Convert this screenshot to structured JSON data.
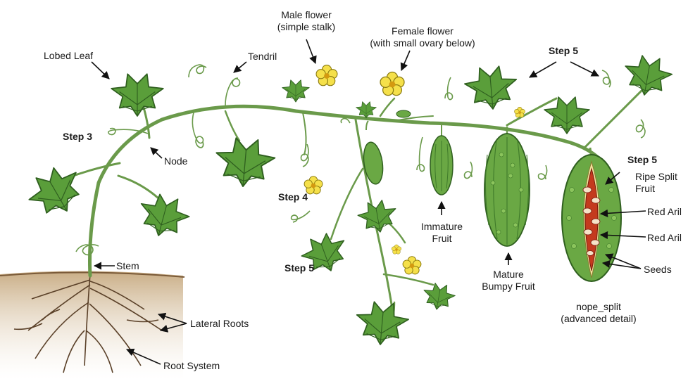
{
  "labels": {
    "lobed_leaf": "Lobed Leaf",
    "tendril": "Tendril",
    "male_flower_l1": "Male flower",
    "male_flower_l2": "(simple stalk)",
    "female_flower_l1": "Female flower",
    "female_flower_l2": "(with small ovary below)",
    "node": "Node",
    "stem": "Stem",
    "lateral_roots": "Lateral Roots",
    "root_system": "Root System",
    "immature_fruit_l1": "Immature",
    "immature_fruit_l2": "Fruit",
    "mature_fruit_l1": "Mature",
    "mature_fruit_l2": "Bumpy Fruit",
    "ripe_split_l1": "Ripe Split",
    "ripe_split_l2": "Fruit",
    "red_aril_1": "Red Aril",
    "red_aril_2": "Red Aril",
    "seeds": "Seeds",
    "nope_split_l1": "nope_split",
    "nope_split_l2": "(advanced detail)"
  },
  "steps": {
    "step3": "Step 3",
    "step4": "Step 4",
    "step5_left": "Step 5",
    "step5_top": "Step 5",
    "step5_right": "Step 5"
  },
  "colors": {
    "leaf": "#5a9e3a",
    "leaf_dark": "#2f5f1f",
    "stem": "#6a9a4a",
    "flower": "#f5e04a",
    "fruit": "#6aa844",
    "aril": "#c43a1e",
    "soil": "#c9ad85"
  }
}
